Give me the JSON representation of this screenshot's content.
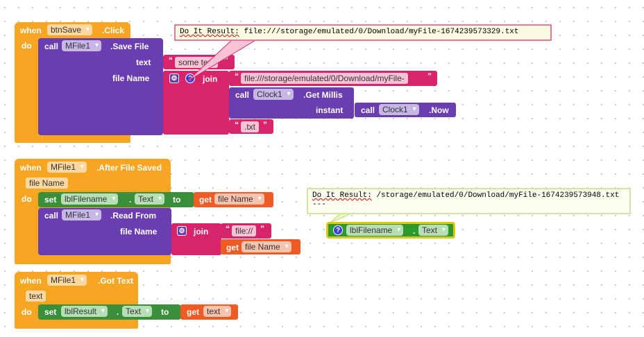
{
  "block1": {
    "when": "when",
    "component": "btnSave",
    "event": ".Click",
    "do": "do",
    "call": "call",
    "file_component": "MFile1",
    "method": ".Save File",
    "text_param": "text",
    "text_value": "some text",
    "filename_param": "file Name",
    "join": "join",
    "prefix": "file:///storage/emulated/0/Download/myFile-",
    "clock_call": "call",
    "clock_component": "Clock1",
    "clock_method": ".Get Millis",
    "instant_param": "instant",
    "now_call": "call",
    "now_component": "Clock1",
    "now_method": ".Now",
    "suffix": ".txt",
    "result_label": "Do It Result:",
    "result_value": "file:///storage/emulated/0/Download/myFile-1674239573329.txt"
  },
  "block2": {
    "when": "when",
    "component": "MFile1",
    "event": ".After File Saved",
    "param": "file Name",
    "do": "do",
    "set": "set",
    "set_component": "lblFilename",
    "set_property": "Text",
    "to": "to",
    "get": "get",
    "get_var": "file Name",
    "call": "call",
    "call_component": "MFile1",
    "call_method": ".Read From",
    "filename_param": "file Name",
    "join": "join",
    "prefix": "file://",
    "get2": "get",
    "get2_var": "file Name"
  },
  "block3": {
    "when": "when",
    "component": "MFile1",
    "event": ".Got Text",
    "param": "text",
    "do": "do",
    "set": "set",
    "set_component": "lblResult",
    "set_property": "Text",
    "to": "to",
    "get": "get",
    "get_var": "text"
  },
  "getter": {
    "component": "lblFilename",
    "property": "Text",
    "result_label": "Do It Result:",
    "result_value": "/storage/emulated/0/Download/myFile-1674239573948.txt",
    "result_extra": "---"
  }
}
